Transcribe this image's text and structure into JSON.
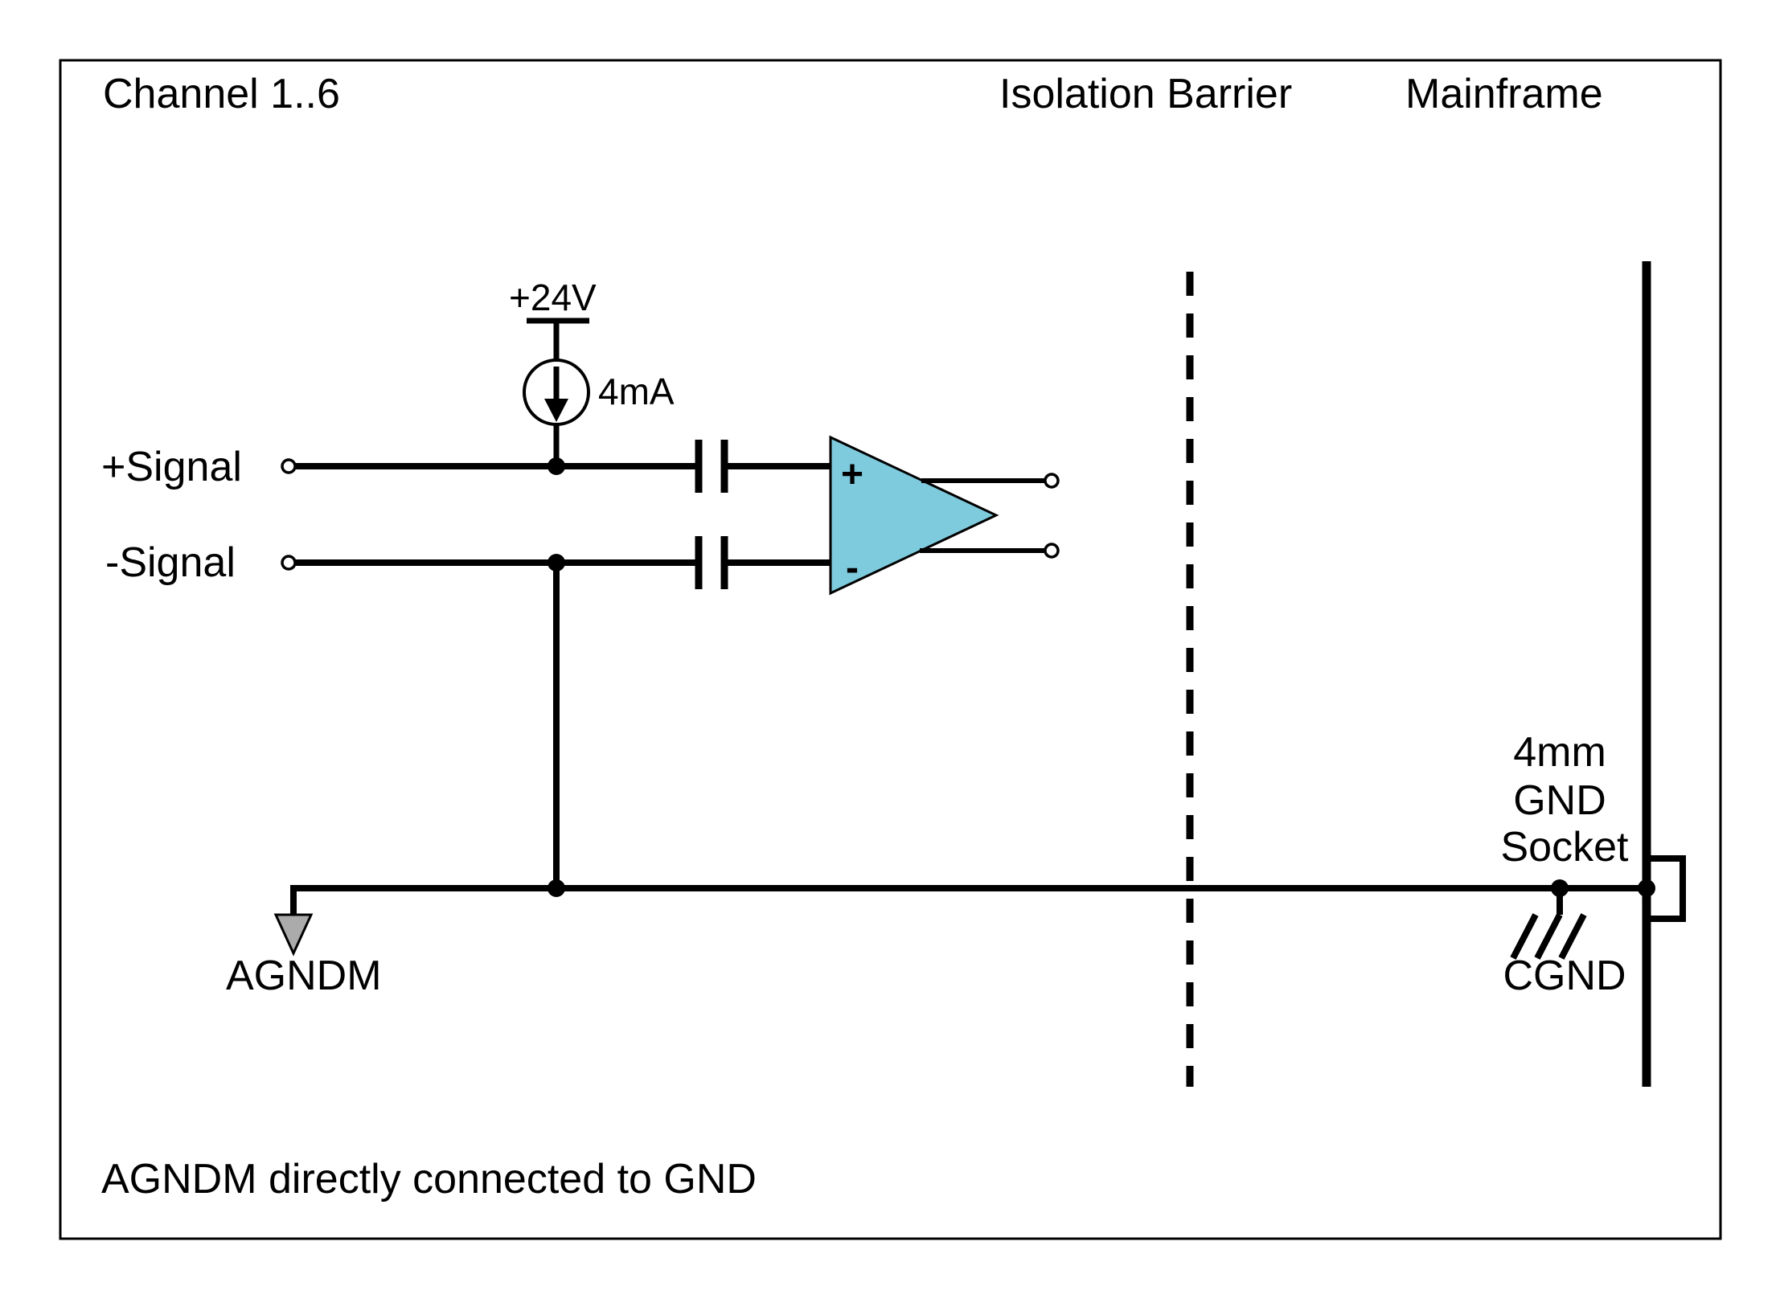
{
  "header": {
    "channel": "Channel 1..6",
    "isolation_barrier": "Isolation Barrier",
    "mainframe": "Mainframe"
  },
  "supply": {
    "voltage": "+24V",
    "current": "4mA"
  },
  "inputs": {
    "plus": "+Signal",
    "minus": "-Signal"
  },
  "opamp": {
    "noninverting": "+",
    "inverting": "-"
  },
  "socket_label": {
    "line1": "4mm",
    "line2": "GND",
    "line3": "Socket"
  },
  "grounds": {
    "analog": "AGNDM",
    "chassis": "CGND"
  },
  "footnote": "AGNDM directly connected to GND",
  "colors": {
    "line": "#000000",
    "background": "#ffffff",
    "opamp_fill": "#7ecbdd",
    "agndm_arrow_fill": "#ababab"
  }
}
